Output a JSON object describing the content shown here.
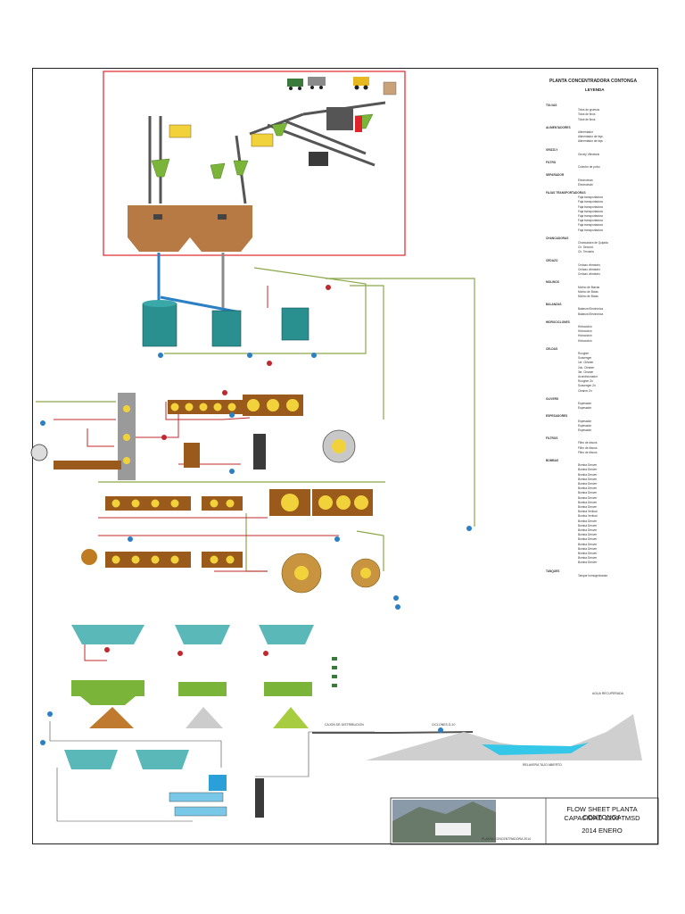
{
  "legend": {
    "title": "PLANTA CONCENTRADORA CONTONGA",
    "subtitle": "LEYENDA",
    "lines": [
      "TOLVAS",
      "Tolva de gruesos",
      "Tolva de finos",
      "Tolva de finos",
      "ALIMENTADORES",
      "Alimentador",
      "Alimentador de faja",
      "Alimentador de faja",
      "GRIZZLY",
      "Grizzly Vibratorio",
      "FILTRO",
      "Colector de polvo",
      "SEPARADOR",
      "Electroimán",
      "Electroimán",
      "FAJAS TRANSPORTADORAS",
      "Faja transportadora",
      "Faja transportadora",
      "Faja transportadora",
      "Faja transportadora",
      "Faja transportadora",
      "Faja transportadora",
      "Faja transportadora",
      "Faja transportadora",
      "CHANCADORAS",
      "Chancadora de Quijada",
      "Ch. Secund.",
      "Ch. Terciaria",
      "CEDAZO",
      "Cedazo vibratorio",
      "Cedazo vibratorio",
      "Cedazo vibratorio",
      "MOLINOS",
      "Molino de Barras",
      "Molino de Bolas",
      "Molino de Bolas",
      "BALANZAS",
      "Balanza Electrónica",
      "Balanza Electrónica",
      "HIDROCICLONES",
      "Hidrociclón",
      "Hidrociclón",
      "Hidrociclón",
      "Hidrociclón",
      "CELDAS",
      "Rougher",
      "Scavenger",
      "1er. Cleaner",
      "2do. Cleaner",
      "3er. Cleaner",
      "Acondicionador",
      "Rougher Zn",
      "Scavenger Zn",
      "Cleaner Zn",
      "OLIVERS",
      "Espesador",
      "Espesador",
      "ESPESADORES",
      "Espesador",
      "Espesador",
      "Espesador",
      "FILTROS",
      "Filtro de discos",
      "Filtro de discos",
      "Filtro de discos",
      "BOMBAS",
      "Bomba Denver",
      "Bomba Denver",
      "Bomba Denver",
      "Bomba Denver",
      "Bomba Denver",
      "Bomba Denver",
      "Bomba Denver",
      "Bomba Denver",
      "Bomba Denver",
      "Bomba Denver",
      "Bomba Vertical",
      "Bomba Vertical",
      "Bomba Denver",
      "Bomba Denver",
      "Bomba Denver",
      "Bomba Denver",
      "Bomba Denver",
      "Bomba Denver",
      "Bomba Denver",
      "Bomba Denver",
      "Bomba Denver",
      "Bomba Denver",
      "TANQUES",
      "Tanque homogenizador"
    ]
  },
  "title_block": {
    "line1": "FLOW SHEET PLANTA CONTONGA",
    "line2": "CAPACIDAD 1200 TMSD",
    "line3": "2014 ENERO",
    "photo_caption": "PLANTA CONCENTRADORA 2014"
  },
  "labels": {
    "tailings_dam": "RELAVERA TAJO ABIERTO",
    "distribution": "CAJON DE DISTRIBUCION",
    "recovery_water": "AGUA RECUPERADA",
    "cyclone": "CICLONES D-10"
  },
  "colors": {
    "frame_red": "#e0242c",
    "ore_brown": "#b87a45",
    "cell_yellow": "#f2d23a",
    "cell_brown": "#9a5a1c",
    "mill_teal": "#2a8f8f",
    "pipe_red": "#c0282d",
    "pipe_green": "#8aa84a",
    "pipe_blue": "#2b7fc4",
    "water": "#35c7e8"
  }
}
